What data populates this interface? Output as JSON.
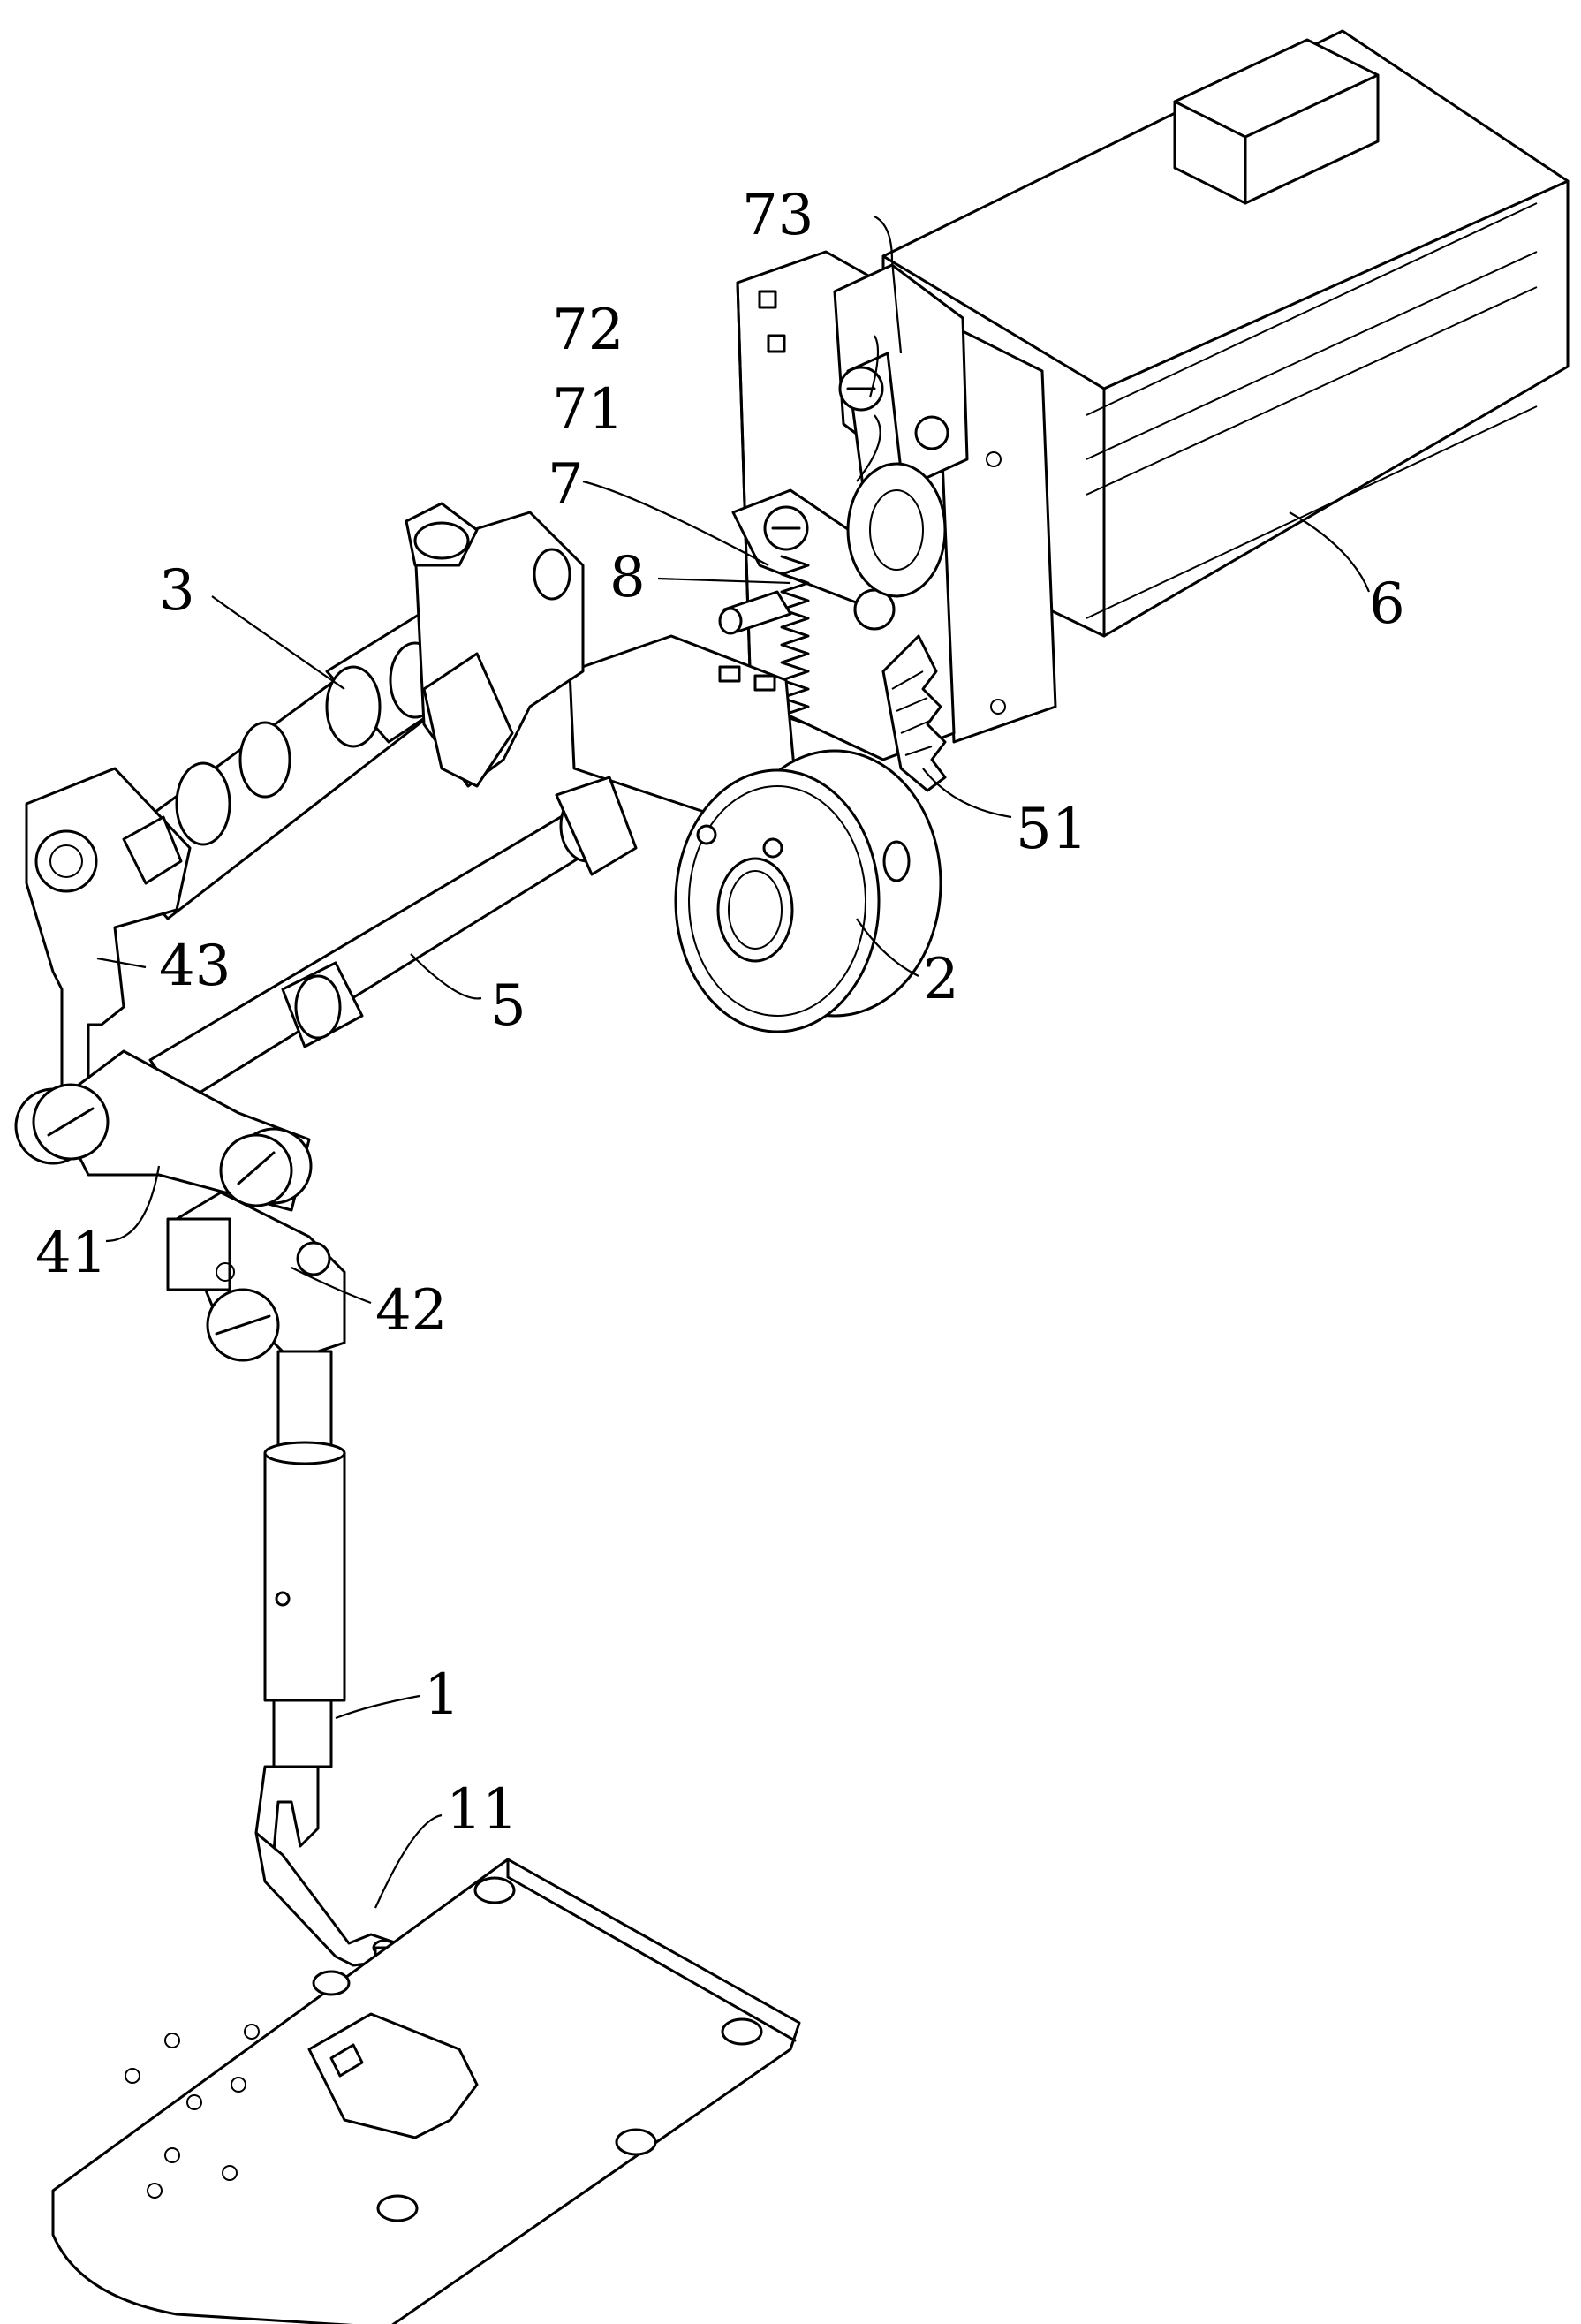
{
  "labels": {
    "l1": "1",
    "l11": "11",
    "l2": "2",
    "l3": "3",
    "l41": "41",
    "l42": "42",
    "l43": "43",
    "l5": "5",
    "l51": "51",
    "l6": "6",
    "l7": "7",
    "l71": "71",
    "l72": "72",
    "l73": "73",
    "l8": "8"
  }
}
